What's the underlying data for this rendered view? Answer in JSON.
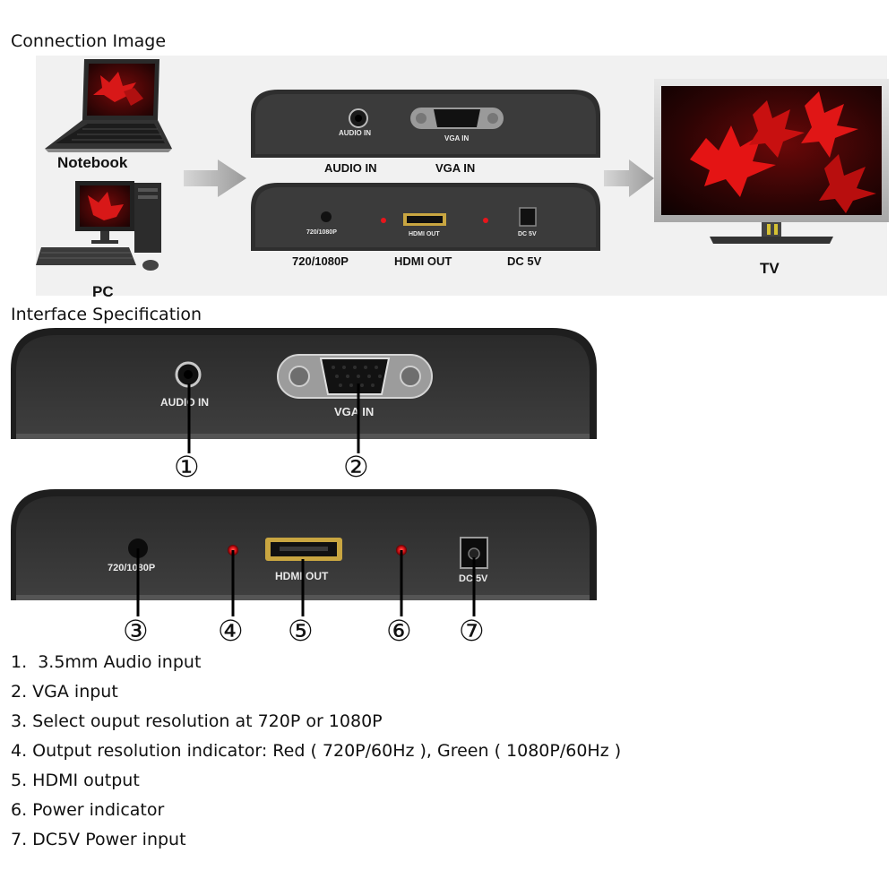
{
  "connection": {
    "title": "Connection Image",
    "notebook_label": "Notebook",
    "pc_label": "PC",
    "tv_label": "TV",
    "top_panel": {
      "audio_port": "AUDIO IN",
      "vga_port": "VGA IN",
      "audio_caption": "AUDIO IN",
      "vga_caption": "VGA IN"
    },
    "bottom_panel": {
      "switch_port": "720/1080P",
      "hdmi_port": "HDMI OUT",
      "dc_port": "DC 5V",
      "switch_caption": "720/1080P",
      "hdmi_caption": "HDMI OUT",
      "dc_caption": "DC 5V"
    }
  },
  "interface": {
    "title": "Interface Specification",
    "top_panel": {
      "audio_label": "AUDIO IN",
      "vga_label": "VGA IN"
    },
    "bottom_panel": {
      "switch_label": "720/1080P",
      "hdmi_label": "HDMI OUT",
      "dc_label": "DC 5V"
    },
    "callouts": [
      "①",
      "②",
      "③",
      "④",
      "⑤",
      "⑥",
      "⑦"
    ],
    "indicator_color": "#e8151b"
  },
  "spec_list": [
    "1.  3.5mm Audio input",
    "2. VGA input",
    "3. Select ouput resolution at 720P or 1080P",
    "4. Output resolution indicator: Red ( 720P/60Hz ), Green ( 1080P/60Hz )",
    "5. HDMI output",
    "6. Power indicator",
    "7. DC5V Power input"
  ]
}
